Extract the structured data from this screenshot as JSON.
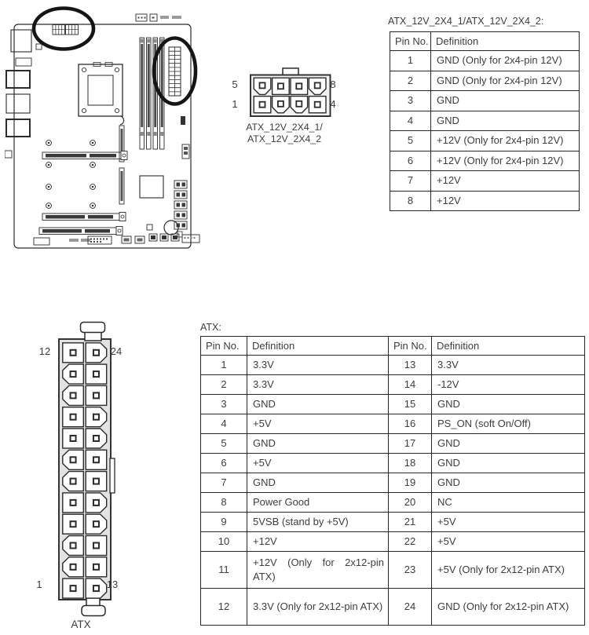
{
  "atx12v": {
    "table_title": "ATX_12V_2X4_1/ATX_12V_2X4_2:",
    "connector": {
      "label_line1": "ATX_12V_2X4_1/",
      "label_line2": "ATX_12V_2X4_2",
      "pin_top_left": "5",
      "pin_top_right": "8",
      "pin_bottom_left": "1",
      "pin_bottom_right": "4"
    },
    "table": {
      "col_pin": "Pin No.",
      "col_def": "Definition",
      "rows": [
        {
          "pin": "1",
          "def": "GND (Only for 2x4-pin 12V)"
        },
        {
          "pin": "2",
          "def": "GND (Only for 2x4-pin 12V)"
        },
        {
          "pin": "3",
          "def": "GND"
        },
        {
          "pin": "4",
          "def": "GND"
        },
        {
          "pin": "5",
          "def": "+12V (Only for 2x4-pin 12V)"
        },
        {
          "pin": "6",
          "def": "+12V (Only for 2x4-pin 12V)"
        },
        {
          "pin": "7",
          "def": "+12V"
        },
        {
          "pin": "8",
          "def": "+12V"
        }
      ]
    }
  },
  "atx": {
    "table_title": "ATX:",
    "connector": {
      "label": "ATX",
      "pin_top_left": "12",
      "pin_top_right": "24",
      "pin_bottom_left": "1",
      "pin_bottom_right": "13"
    },
    "table": {
      "col_pin": "Pin No.",
      "col_def": "Definition",
      "rows": [
        {
          "pin": "1",
          "def": "3.3V",
          "pin2": "13",
          "def2": "3.3V"
        },
        {
          "pin": "2",
          "def": "3.3V",
          "pin2": "14",
          "def2": "-12V"
        },
        {
          "pin": "3",
          "def": "GND",
          "pin2": "15",
          "def2": "GND"
        },
        {
          "pin": "4",
          "def": "+5V",
          "pin2": "16",
          "def2": "PS_ON (soft On/Off)"
        },
        {
          "pin": "5",
          "def": "GND",
          "pin2": "17",
          "def2": "GND"
        },
        {
          "pin": "6",
          "def": "+5V",
          "pin2": "18",
          "def2": "GND"
        },
        {
          "pin": "7",
          "def": "GND",
          "pin2": "19",
          "def2": "GND"
        },
        {
          "pin": "8",
          "def": "Power Good",
          "pin2": "20",
          "def2": "NC"
        },
        {
          "pin": "9",
          "def": "5VSB (stand by +5V)",
          "pin2": "21",
          "def2": "+5V"
        },
        {
          "pin": "10",
          "def": "+12V",
          "pin2": "22",
          "def2": "+5V"
        },
        {
          "pin": "11",
          "def": "+12V (Only for 2x12-pin ATX)",
          "pin2": "23",
          "def2": "+5V (Only for 2x12-pin ATX)"
        },
        {
          "pin": "12",
          "def": "3.3V (Only for 2x12-pin ATX)",
          "pin2": "24",
          "def2": "GND (Only for 2x12-pin ATX)"
        }
      ]
    }
  },
  "colors": {
    "text": "#3d3d3d",
    "line": "#2b2b2b",
    "highlight": "#151515"
  }
}
